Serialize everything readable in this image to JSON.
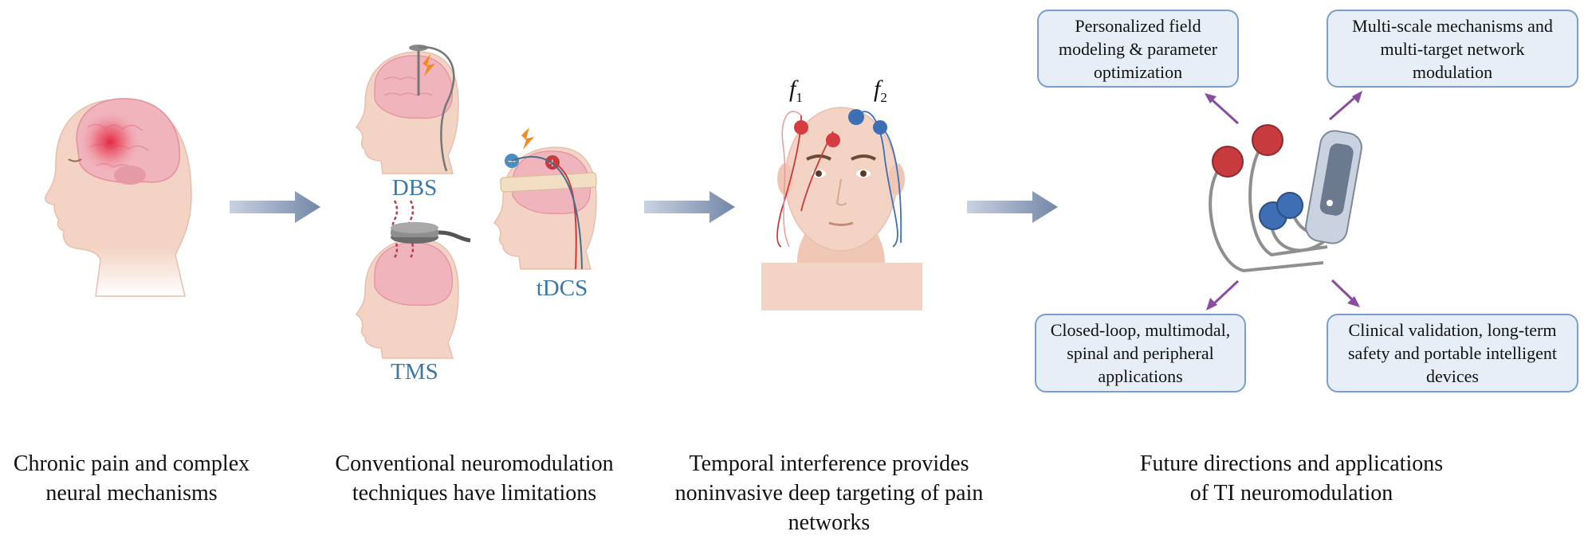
{
  "captions": {
    "stage1": [
      "Chronic pain and complex",
      "neural mechanisms"
    ],
    "stage2": [
      "Conventional neuromodulation",
      "techniques have limitations"
    ],
    "stage3": [
      "Temporal interference provides",
      "noninvasive deep targeting of pain",
      "networks"
    ],
    "stage4": [
      "Future directions and applications",
      "of TI neuromodulation"
    ]
  },
  "techniques": {
    "dbs": "DBS",
    "tms": "TMS",
    "tdcs": "tDCS"
  },
  "frequencies": {
    "f1_letter": "f",
    "f1_index": "1",
    "f2_letter": "f",
    "f2_index": "2"
  },
  "future_boxes": {
    "top_left": [
      "Personalized field",
      "modeling & parameter",
      "optimization"
    ],
    "top_right": [
      "Multi-scale mechanisms and",
      "multi-target network",
      "modulation"
    ],
    "bottom_left": [
      "Closed-loop, multimodal,",
      "spinal and peripheral",
      "applications"
    ],
    "bottom_right": [
      "Clinical validation, long-term",
      "safety and portable intelligent",
      "devices"
    ]
  },
  "colors": {
    "flow_arrow": "#7387a8",
    "diag_arrow": "#8a4c9e",
    "box_fill": "#e7eef8",
    "box_border": "#7b9fcb",
    "label_blue": "#3b78a8",
    "skin": "#f3d3c3",
    "brain": "#f0b4bd",
    "electrode_red": "#c73a3e",
    "electrode_blue": "#3e6fb4"
  },
  "icons": [
    "head-with-pain-icon",
    "dbs-head-icon",
    "tms-head-icon",
    "tdcs-head-icon",
    "ti-face-icon",
    "ti-device-icon",
    "flow-arrow-icon"
  ]
}
